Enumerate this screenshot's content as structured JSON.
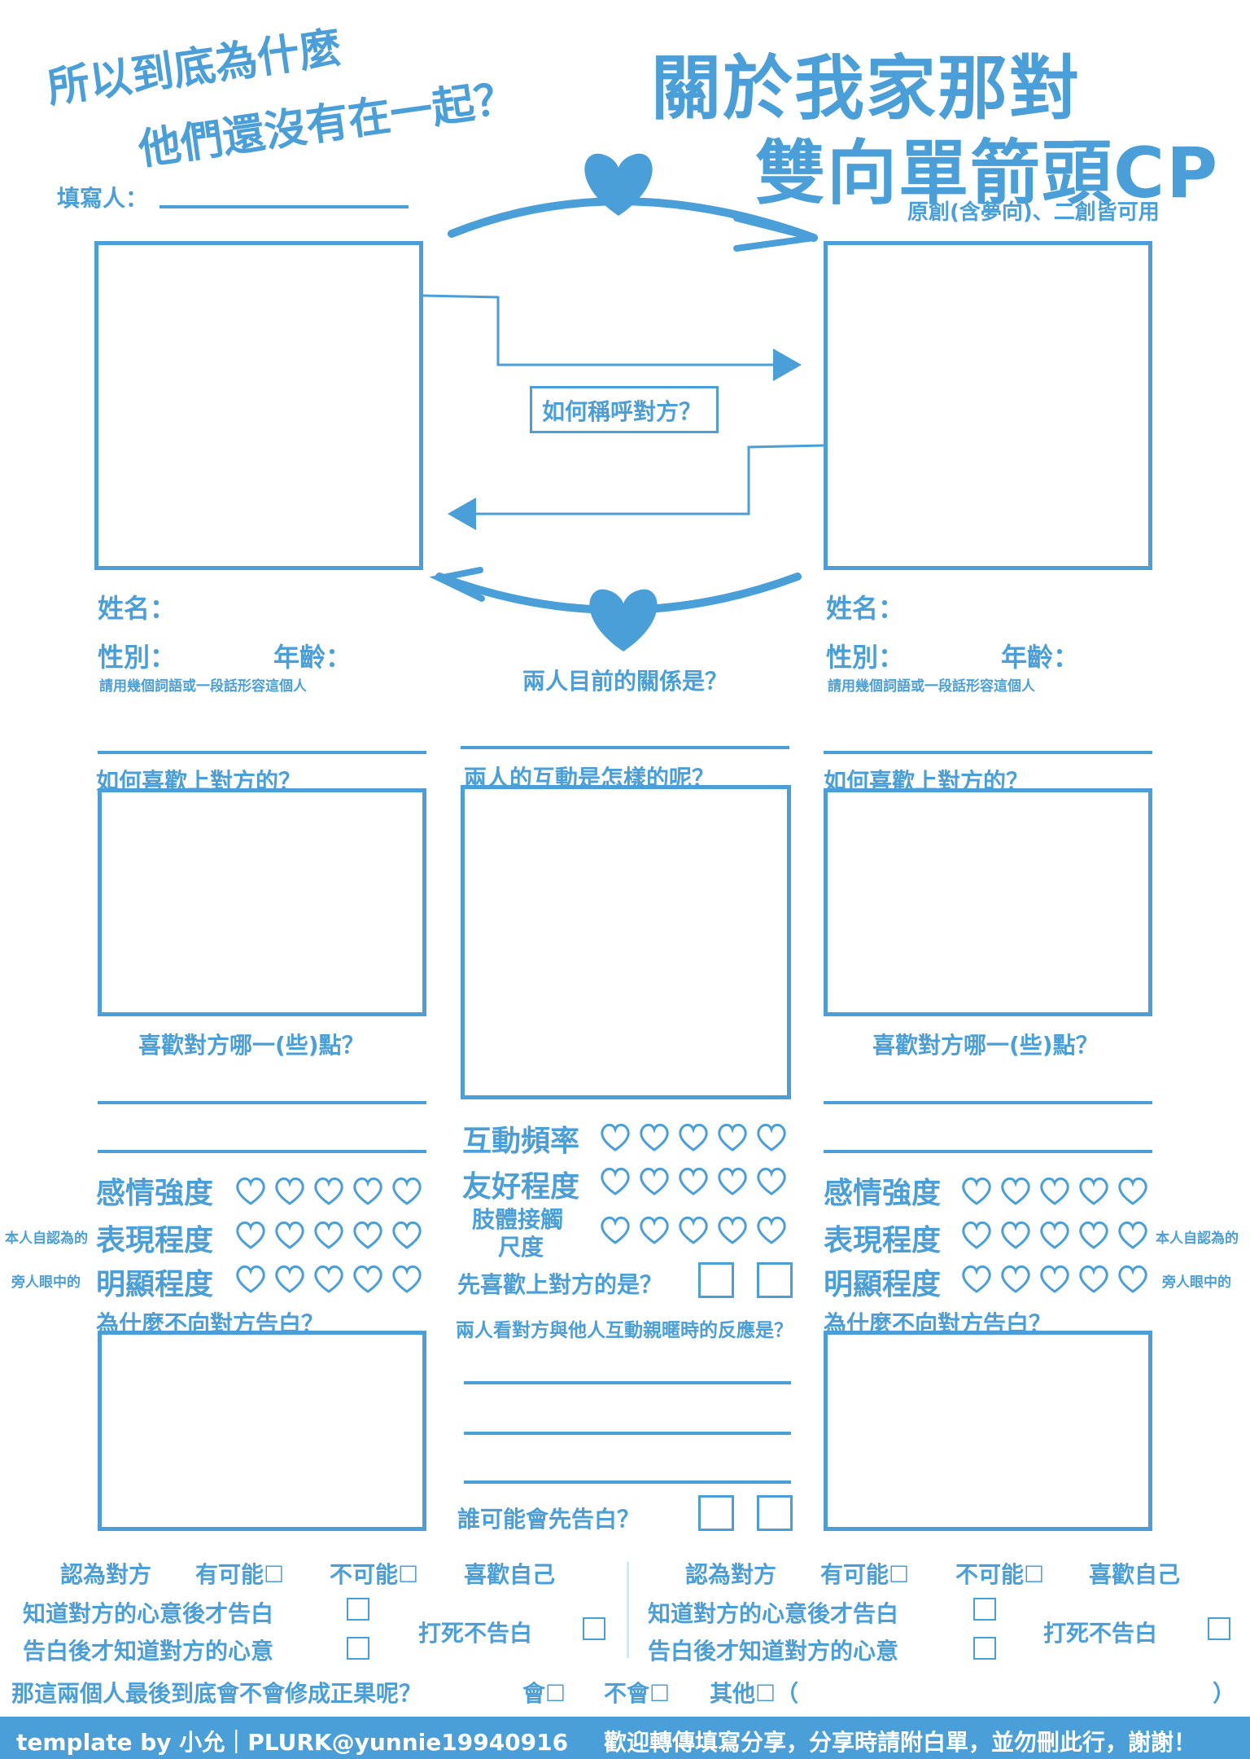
{
  "header": {
    "hand_line1": "所以到底為什麼",
    "hand_line2": "他們還沒有在一起？",
    "title_line1": "關於我家那對",
    "title_line2": "雙向單箭頭CP",
    "subtitle": "原創(含夢向)、二創皆可用",
    "filler_label": "填寫人："
  },
  "center": {
    "call_question": "如何稱呼對方？",
    "relationship_question": "兩人目前的關係是？",
    "interaction_question": "兩人的互動是怎樣的呢？",
    "freq_label": "互動頻率",
    "friendly_label": "友好程度",
    "contact_label_1": "肢體接觸",
    "contact_label_2": "尺度",
    "who_first_like": "先喜歡上對方的是？",
    "reaction_question": "兩人看對方與他人互動親暱時的反應是？",
    "who_first_confess": "誰可能會先告白？"
  },
  "character": {
    "name_label": "姓名：",
    "gender_label": "性別：",
    "age_label": "年齡：",
    "describe_hint": "請用幾個詞語或一段話形容這個人",
    "how_like": "如何喜歡上對方的？",
    "like_points": "喜歡對方哪一(些)點？",
    "emotion_label": "感情強度",
    "expression_label": "表現程度",
    "obvious_label": "明顯程度",
    "self_note": "本人自認為的",
    "others_note": "旁人眼中的",
    "why_not_confess": "為什麼不向對方告白？"
  },
  "bottom": {
    "thinks_other": "認為對方",
    "possible": "有可能☐",
    "impossible": "不可能☐",
    "likes_self": "喜歡自己",
    "confess_after_knowing": "知道對方的心意後才告白",
    "know_after_confess": "告白後才知道對方的心意",
    "never_confess": "打死不告白",
    "final_question": "那這兩個人最後到底會不會修成正果呢？",
    "yes": "會☐",
    "no": "不會☐",
    "other": "其他☐（",
    "close_paren": "）"
  },
  "footer": {
    "credit": "template by 小允｜PLURK@yunnie19940916",
    "notice": "歡迎轉傳填寫分享，分享時請附白單，並勿刪此行，謝謝！"
  },
  "colors": {
    "accent": "#4a9fd8"
  }
}
